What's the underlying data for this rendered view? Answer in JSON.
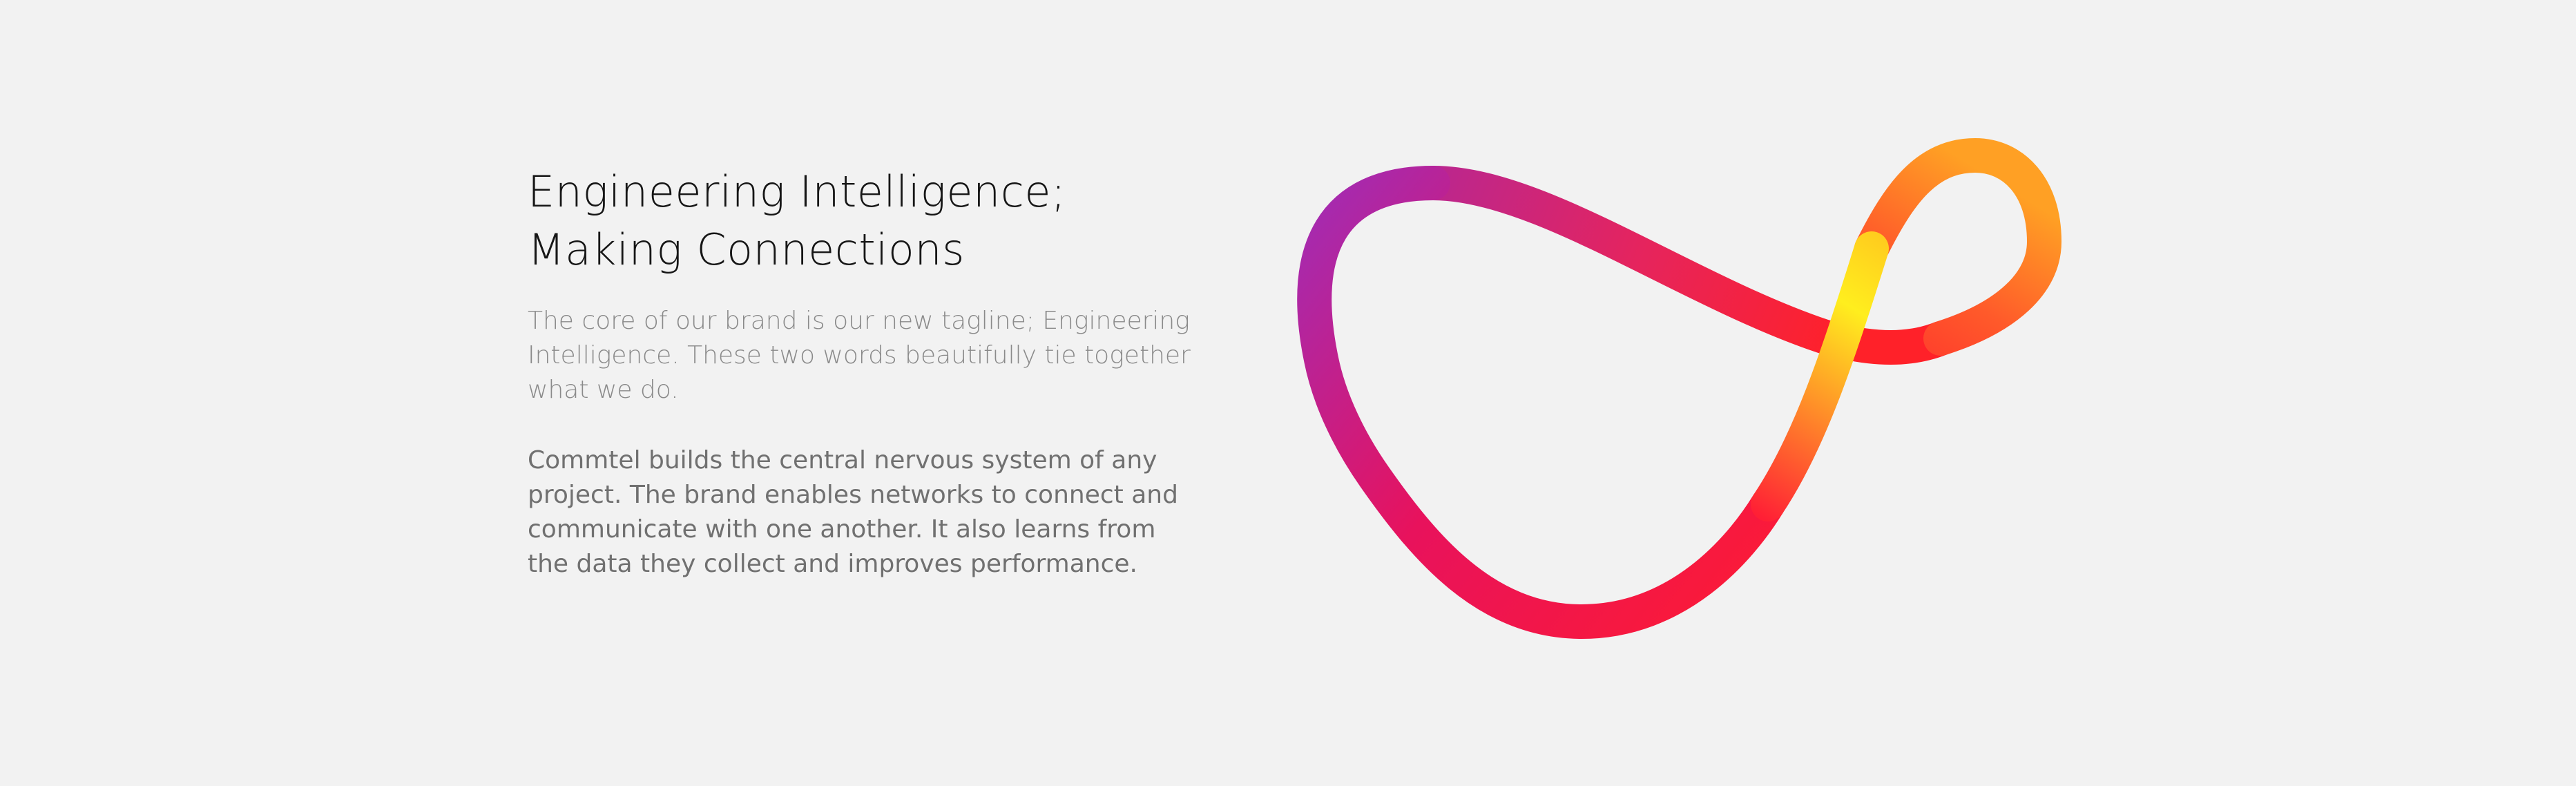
{
  "headline": {
    "line1": "Engineering Intelligence;",
    "line2": "Making Connections"
  },
  "intro": "The core of our brand is our new tagline; Engineering Intelligence. These two words beautifully tie together what we do.",
  "body": "Commtel builds the central nervous system of any project. The brand enables networks to connect and communicate with one another. It also learns from the data they collect and improves performance.",
  "logo": {
    "icon": "infinity-loop-logo-icon",
    "colors": [
      "#9b2fb5",
      "#e8145a",
      "#ff1f3c",
      "#fff01e",
      "#ffa21e",
      "#ff4b2b"
    ]
  }
}
